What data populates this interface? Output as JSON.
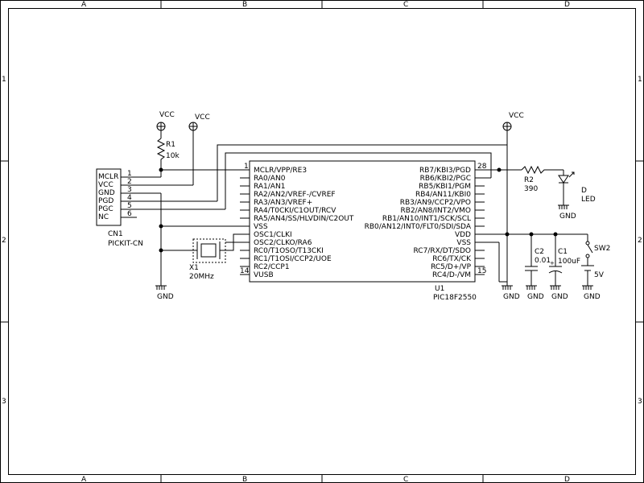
{
  "frame": {
    "col_labels": [
      "A",
      "B",
      "C",
      "D"
    ],
    "row_labels": [
      "1",
      "2",
      "3"
    ]
  },
  "cn1": {
    "ref": "CN1",
    "value": "PICKIT-CN",
    "pins": [
      {
        "name": "MCLR",
        "num": "1"
      },
      {
        "name": "VCC",
        "num": "2"
      },
      {
        "name": "GND",
        "num": "3"
      },
      {
        "name": "PGD",
        "num": "4"
      },
      {
        "name": "PGC",
        "num": "5"
      },
      {
        "name": "NC",
        "num": "6"
      }
    ]
  },
  "r1": {
    "ref": "R1",
    "value": "10k"
  },
  "r2": {
    "ref": "R2",
    "value": "390"
  },
  "led": {
    "ref": "D",
    "value": "LED"
  },
  "x1": {
    "ref": "X1",
    "value": "20MHz"
  },
  "c1": {
    "ref": "C1",
    "value": "100uF"
  },
  "c2": {
    "ref": "C2",
    "value": "0.01"
  },
  "sw2": {
    "ref": "SW2",
    "value": "5V"
  },
  "power": {
    "vcc": "VCC",
    "gnd": "GND"
  },
  "u1": {
    "ref": "U1",
    "value": "PIC18F2550",
    "left_pins": [
      "MCLR/VPP/RE3",
      "RA0/AN0",
      "RA1/AN1",
      "RA2/AN2/VREF-/CVREF",
      "RA3/AN3/VREF+",
      "RA4/T0CKI/C1OUT/RCV",
      "RA5/AN4/SS/HLVDIN/C2OUT",
      "VSS",
      "OSC1/CLKI",
      "OSC2/CLKO/RA6",
      "RC0/T1OSO/T13CKI",
      "RC1/T1OSI/CCP2/UOE",
      "RC2/CCP1",
      "VUSB"
    ],
    "right_pins": [
      "RB7/KBI3/PGD",
      "RB6/KBI2/PGC",
      "RB5/KBI1/PGM",
      "RB4/AN11/KBI0",
      "RB3/AN9/CCP2/VPO",
      "RB2/AN8/INT2/VMO",
      "RB1/AN10/INT1/SCK/SCL",
      "RB0/AN12/INT0/FLT0/SDI/SDA",
      "VDD",
      "VSS",
      "RC7/RX/DT/SDO",
      "RC6/TX/CK",
      "RC5/D+/VP",
      "RC4/D-/VM"
    ],
    "pin_numbers": {
      "top_left": "1",
      "bottom_left": "14",
      "top_right": "28",
      "bottom_right": "15"
    }
  }
}
